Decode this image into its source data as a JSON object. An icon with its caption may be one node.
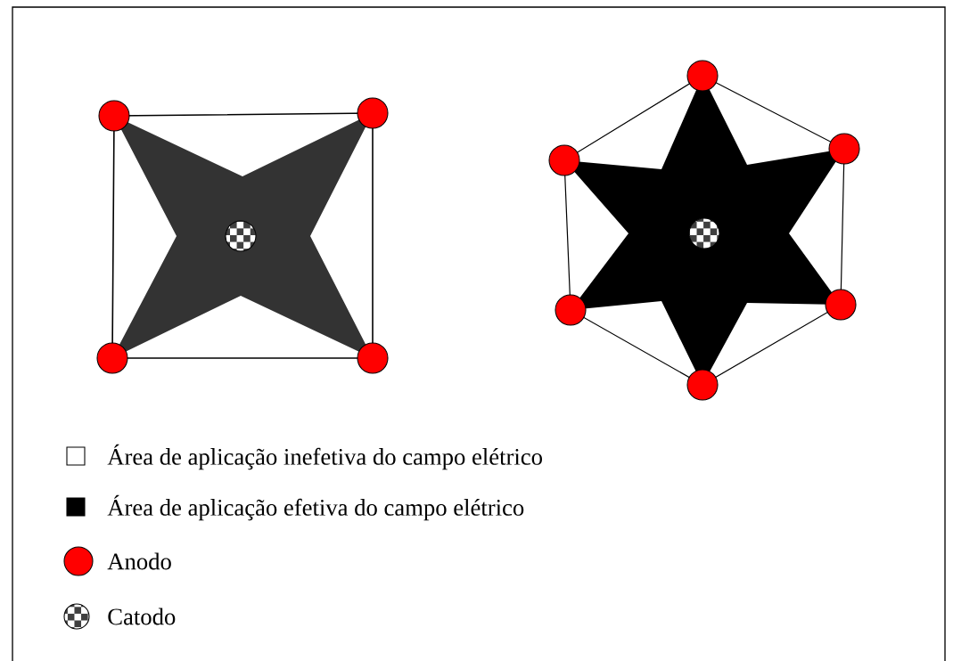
{
  "diagram": {
    "legend": [
      {
        "text": "Área de aplicação inefetiva do campo elétrico"
      },
      {
        "text": "Área de aplicação efetiva do campo elétrico",
        "color": "#000000"
      },
      {
        "text": "Anodo",
        "color": "#ff0000"
      },
      {
        "text": "Catodo"
      }
    ]
  }
}
